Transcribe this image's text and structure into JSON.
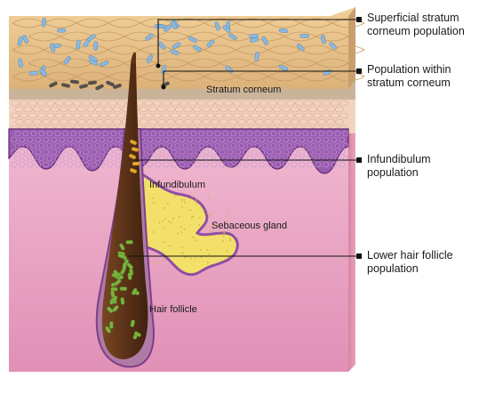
{
  "labels": {
    "stratum_corneum": "Stratum corneum",
    "infundibulum": "Infundibulum",
    "sebaceous_gland": "Sebaceous gland",
    "hair_follicle": "Hair follicle"
  },
  "callouts": {
    "superficial": [
      "Superficial stratum",
      "corneum population"
    ],
    "within_sc": [
      "Population within",
      "stratum corneum"
    ],
    "infundibulum": [
      "Infundibulum",
      "population"
    ],
    "lower_follicle": [
      "Lower hair follicle",
      "population"
    ]
  },
  "colors": {
    "corneum": "#e8c28a",
    "epidermis_band": "#f0d0bc",
    "basal_layer": "#8e4fa2",
    "dermis": "#e9a3c3",
    "hair": "#5a3218",
    "gland": "#f4e26a",
    "bacteria_blue": "#8ab9e0",
    "bacteria_green": "#79b33d",
    "bacteria_dark": "#55504c"
  }
}
